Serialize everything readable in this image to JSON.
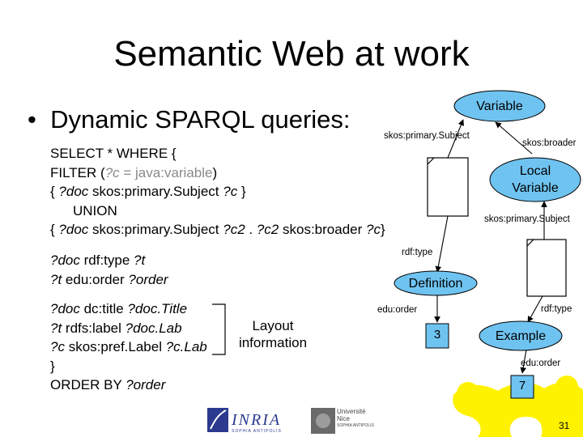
{
  "title": "Semantic Web at work",
  "bullet": "Dynamic SPARQL queries:",
  "query1": {
    "line1": "SELECT * WHERE {",
    "line2_a": "FILTER (",
    "line2_var": "?c",
    "line2_eq": " = ",
    "line2_val": "java:variable",
    "line2_end": ")",
    "line3_a": "{ ",
    "line3_var1": "?doc",
    "line3_b": " skos:primary.Subject ",
    "line3_var2": "?c",
    "line3_c": " }",
    "line4": "UNION",
    "line5_a": "{ ",
    "line5_var1": "?doc",
    "line5_b": " skos:primary.Subject ",
    "line5_var2": "?c2",
    "line5_c": " . ",
    "line5_var3": "?c2",
    "line5_d": " skos:broader ",
    "line5_var4": "?c",
    "line5_e": "}"
  },
  "query2": {
    "l1_var1": "?doc",
    "l1_a": " rdf:type ",
    "l1_var2": "?t",
    "l2_var1": "?t",
    "l2_a": " edu:order ",
    "l2_var2": "?order"
  },
  "query3": {
    "l1_var1": "?doc",
    "l1_a": " dc:title ",
    "l1_var2": "?doc.Title",
    "l2_var1": "?t",
    "l2_a": " rdfs:label ",
    "l2_var2": "?doc.Lab",
    "l3_var1": "?c",
    "l3_a": " skos:pref.Label ",
    "l3_var2": "?c.Lab",
    "l4": "}",
    "l5_a": "ORDER BY ",
    "l5_var": "?order"
  },
  "layout_label_line1": "Layout",
  "layout_label_line2": "information",
  "diagram": {
    "variable": "Variable",
    "local_variable_line1": "Local",
    "local_variable_line2": "Variable",
    "definition": "Definition",
    "example": "Example",
    "box3": "3",
    "box7": "7",
    "edge_primary_subject_1": "skos:primary.Subject",
    "edge_broader": "skos:broader",
    "edge_primary_subject_2": "skos:primary.Subject",
    "edge_rdf_type_1": "rdf:type",
    "edge_edu_order_1": "edu:order",
    "edge_rdf_type_2": "rdf:type",
    "edge_edu_order_2": "edu:order",
    "colors": {
      "node_fill": "#6FC3F0",
      "box_fill": "#6FC3F0",
      "puzzle": "#FFF200",
      "gray_text": "#8a8a8a"
    }
  },
  "page_number": "31",
  "logos": {
    "inria": "INRIA",
    "inria_sub": "SOPHIA ANTIPOLIS",
    "unice_line1": "Université",
    "unice_line2": "Nice",
    "unice_sub": "SOPHIA ANTIPOLIS"
  }
}
